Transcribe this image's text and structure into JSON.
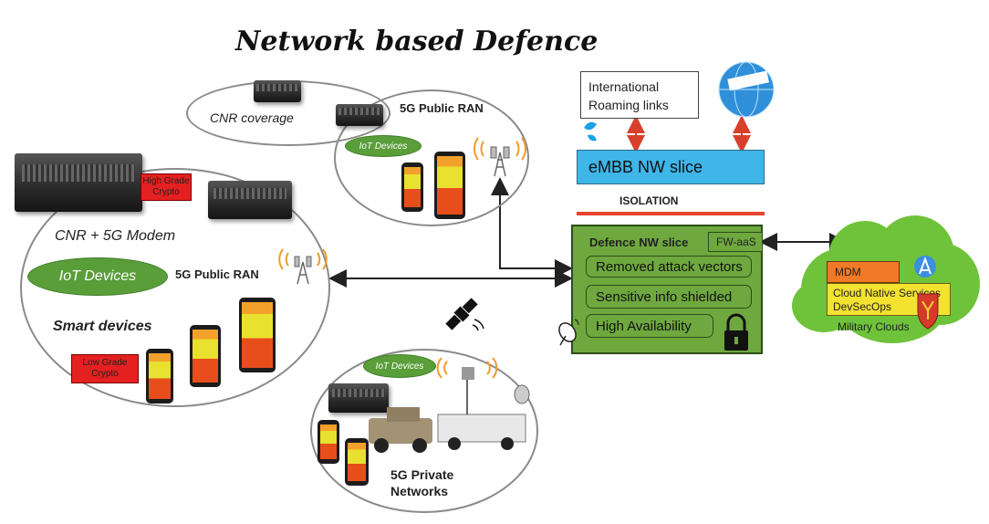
{
  "title": "Network based Defence",
  "cnr_coverage": {
    "label": "CNR coverage"
  },
  "public_ran_top": {
    "label": "5G Public RAN",
    "iot_label": "IoT Devices"
  },
  "left_group": {
    "heading": "CNR + 5G Modem",
    "iot_label": "IoT Devices",
    "ran_label": "5G Public RAN",
    "smart_label": "Smart devices",
    "high_grade": "High Grade Crypto",
    "low_grade": "Low Grade Crypto"
  },
  "private_group": {
    "iot_label": "IoT Devices",
    "label": "5G Private Networks"
  },
  "roaming": {
    "label": "International Roaming links"
  },
  "embb": {
    "label": "eMBB NW slice"
  },
  "isolation": {
    "label": "ISOLATION"
  },
  "defence_slice": {
    "label": "Defence NW slice",
    "fw_label": "FW-aaS",
    "items": [
      "Removed attack vectors",
      "Sensitive info shielded",
      "High Availability"
    ]
  },
  "cloud": {
    "mdm_label": "MDM",
    "services_line1": "Cloud Native Services",
    "services_line2": "DevSecOps",
    "caption": "Military Clouds"
  },
  "colors": {
    "embb_blue": "#3fb5e8",
    "slice_green": "#6ea83e",
    "iot_green": "#5a9e3a",
    "crypto_red": "#e42020",
    "isolation_red": "#e8432e",
    "arrow_red": "#d8402c",
    "cloud_green": "#6fc33a",
    "mdm_orange": "#f07a26",
    "services_yellow": "#f3e22f"
  },
  "icons": [
    "cell-tower-icon",
    "satellite-icon",
    "globe-icon",
    "padlock-icon",
    "satellite-dish-icon",
    "app-store-icon",
    "coat-of-arms-icon",
    "telenor-logo-icon",
    "military-vehicle-icon"
  ]
}
